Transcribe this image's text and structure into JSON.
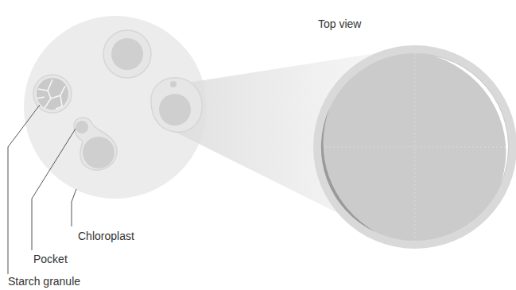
{
  "diagram": {
    "labels": [
      "Top view",
      "Chloroplast",
      "Pocket",
      "Starch granule"
    ]
  }
}
